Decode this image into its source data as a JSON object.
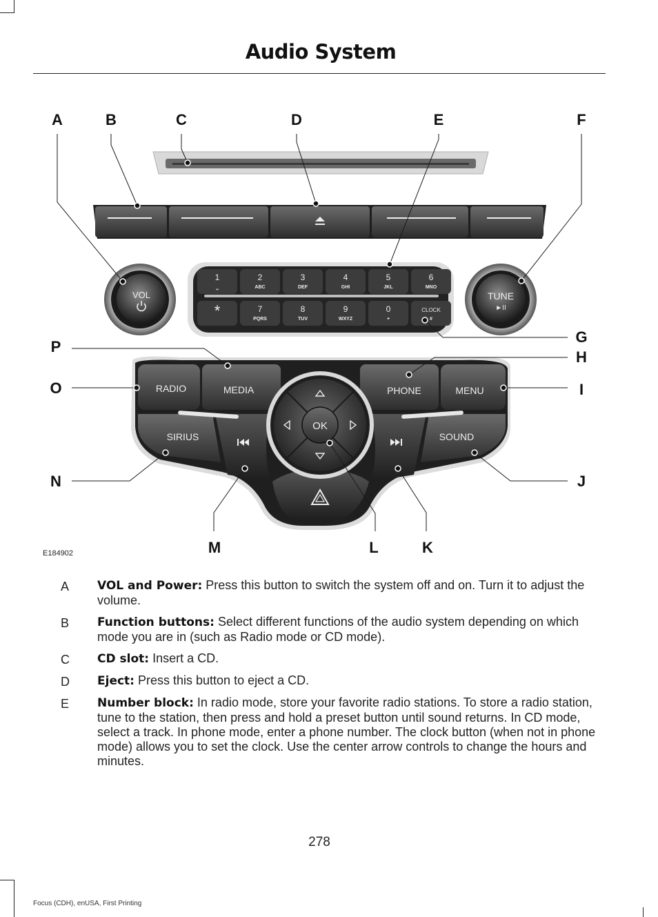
{
  "page": {
    "title": "Audio System",
    "figure_id": "E184902",
    "page_number": "278",
    "footer": "Focus (CDH), enUSA, First Printing"
  },
  "callouts": {
    "A": "A",
    "B": "B",
    "C": "C",
    "D": "D",
    "E": "E",
    "F": "F",
    "G": "G",
    "H": "H",
    "I": "I",
    "J": "J",
    "K": "K",
    "L": "L",
    "M": "M",
    "N": "N",
    "O": "O",
    "P": "P"
  },
  "panel": {
    "vol_label": "VOL",
    "tune_label": "TUNE",
    "tune_sub": "►II",
    "keys": [
      {
        "num": "1",
        "sub": "⎵"
      },
      {
        "num": "2",
        "sub": "ABC"
      },
      {
        "num": "3",
        "sub": "DEF"
      },
      {
        "num": "4",
        "sub": "GHI"
      },
      {
        "num": "5",
        "sub": "JKL"
      },
      {
        "num": "6",
        "sub": "MNO"
      },
      {
        "num": "*",
        "sub": ""
      },
      {
        "num": "7",
        "sub": "PQRS"
      },
      {
        "num": "8",
        "sub": "TUV"
      },
      {
        "num": "9",
        "sub": "WXYZ"
      },
      {
        "num": "0",
        "sub": "+"
      },
      {
        "num": "CLOCK",
        "sub": "#"
      }
    ],
    "radio": "RADIO",
    "media": "MEDIA",
    "phone": "PHONE",
    "menu": "MENU",
    "sirius": "SIRIUS",
    "sound": "SOUND",
    "ok": "OK"
  },
  "items": [
    {
      "letter": "A",
      "term": "VOL and Power:",
      "desc": "Press this button to switch the system off and on. Turn it to adjust the volume."
    },
    {
      "letter": "B",
      "term": "Function buttons:",
      "desc": "Select different functions of the audio system depending on which mode you are in (such as Radio mode or CD mode)."
    },
    {
      "letter": "C",
      "term": "CD slot:",
      "desc": "Insert a CD."
    },
    {
      "letter": "D",
      "term": "Eject:",
      "desc": "Press this button to eject a CD."
    },
    {
      "letter": "E",
      "term": "Number block:",
      "desc": "In radio mode, store your favorite radio stations. To store a radio station, tune to the station, then press and hold a preset button until sound returns. In CD mode, select a track. In phone mode, enter a phone number. The clock button (when not in phone mode) allows you to set the clock. Use the center arrow controls to change the hours and minutes."
    }
  ]
}
